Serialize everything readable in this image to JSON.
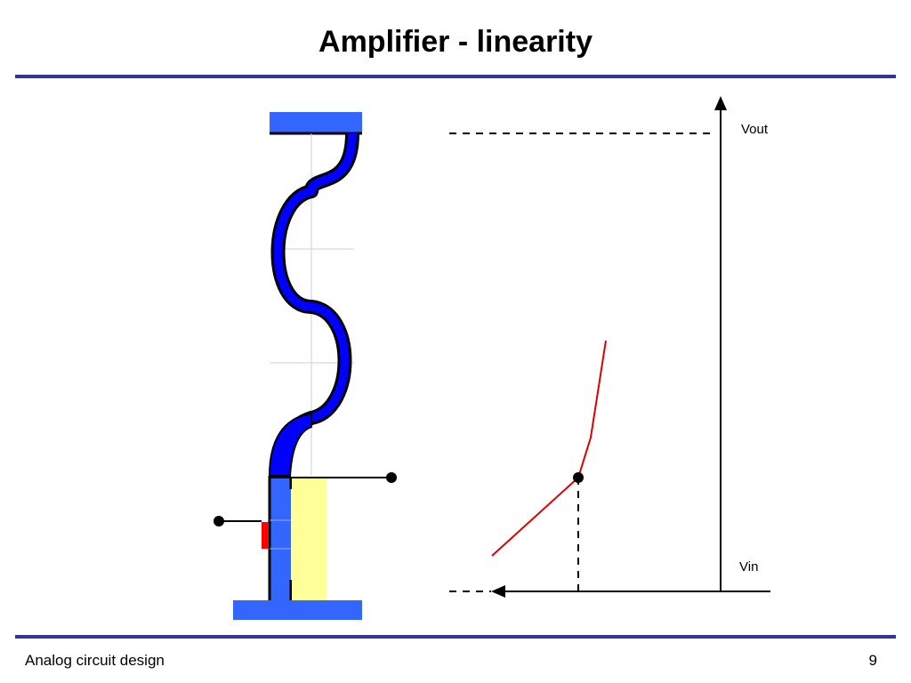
{
  "slide": {
    "title": "Amplifier - linearity",
    "footer_text": "Analog circuit design",
    "page_number": "9"
  },
  "plot": {
    "y_axis_label": "Vout",
    "x_axis_label": "Vin"
  },
  "colors": {
    "rule": "#333399",
    "plate": "#3366FF",
    "spring": "#0000FF",
    "gate_region": "#FFFF99",
    "gate_contact": "#FF0000",
    "transfer_curve": "#DD0000"
  }
}
